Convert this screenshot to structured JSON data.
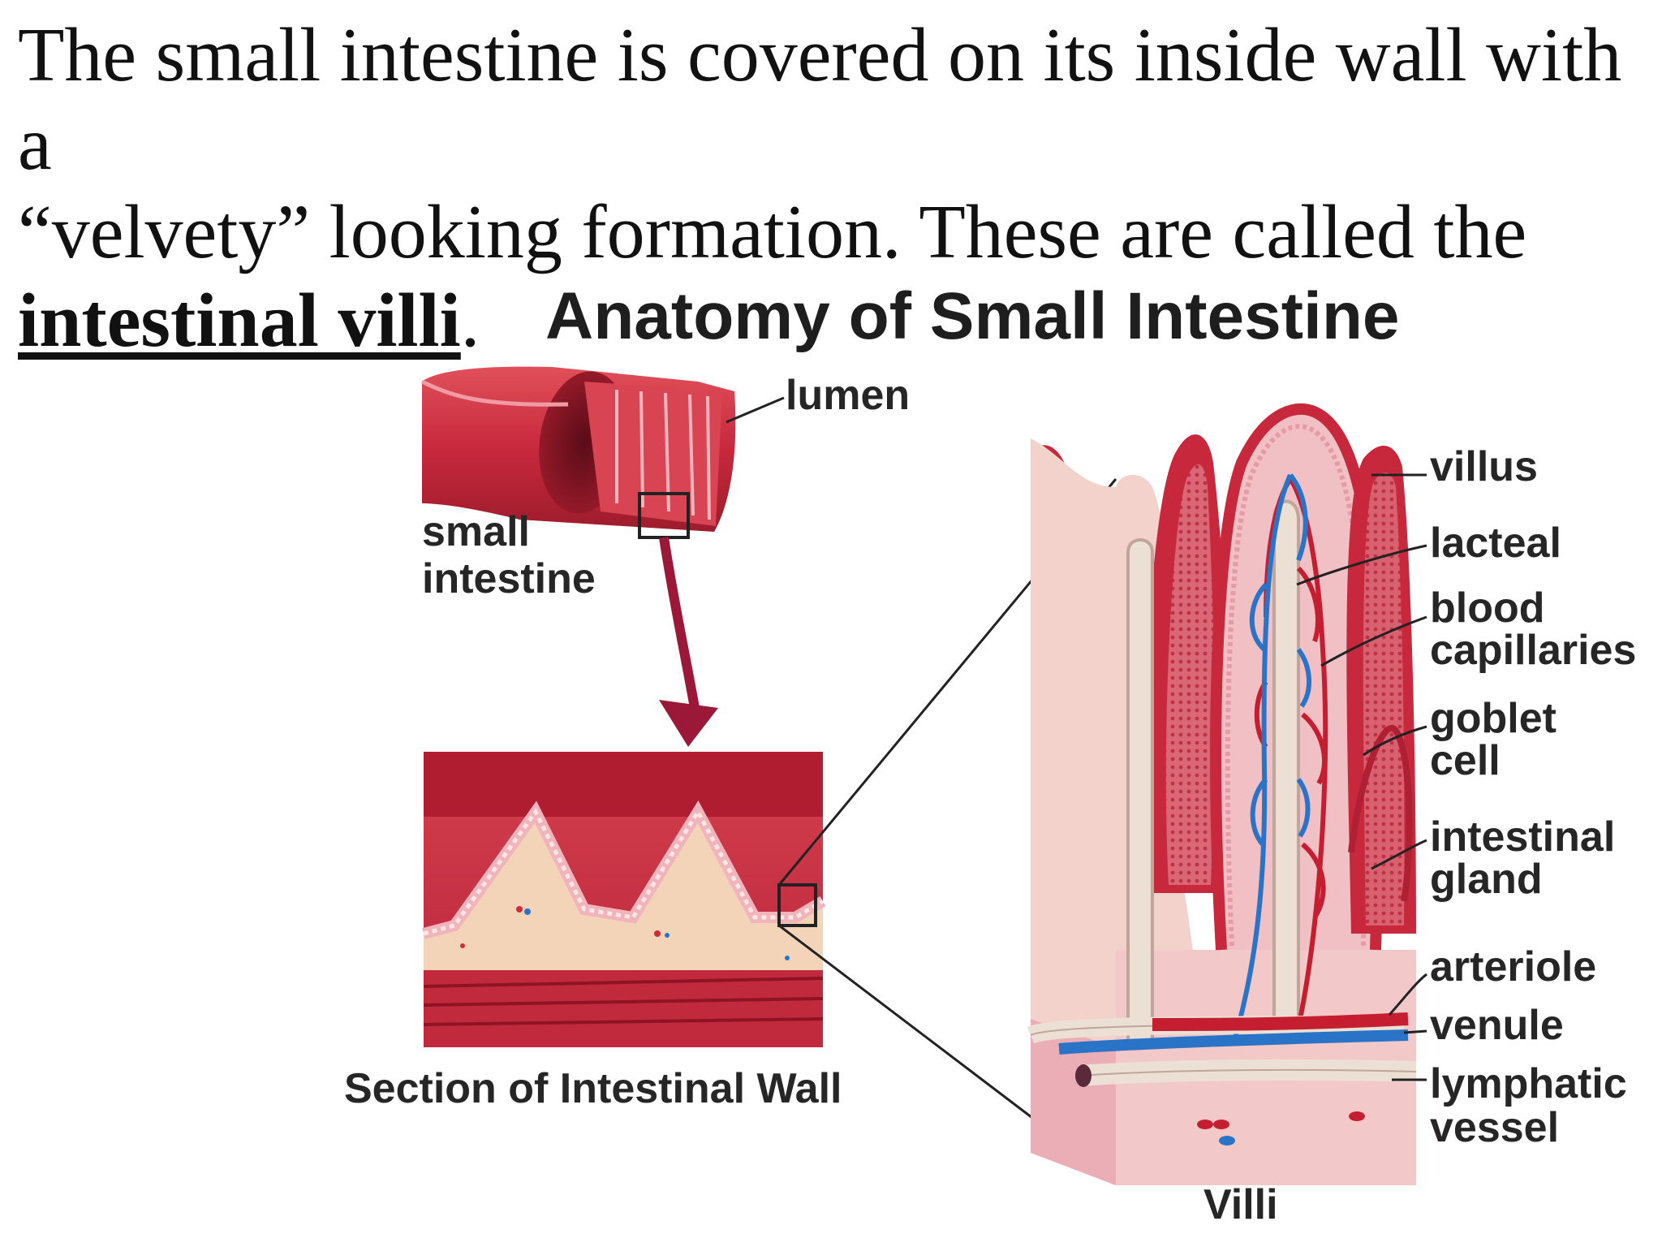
{
  "slide": {
    "text_lines": [
      "The small intestine is covered on its inside wall with a",
      "“velvety” looking formation. These are called the"
    ],
    "term": "intestinal villi",
    "term_suffix": "."
  },
  "diagram": {
    "title": "Anatomy of Small Intestine",
    "labels": {
      "lumen": "lumen",
      "small_intestine_1": "small",
      "small_intestine_2": "intestine",
      "section_caption": "Section of Intestinal Wall",
      "villi_caption": "Villi",
      "villus": "villus",
      "lacteal": "lacteal",
      "blood_capillaries_1": "blood",
      "blood_capillaries_2": "capillaries",
      "goblet_cell_1": "goblet",
      "goblet_cell_2": "cell",
      "intestinal_gland_1": "intestinal",
      "intestinal_gland_2": "gland",
      "arteriole": "arteriole",
      "venule": "venule",
      "lymphatic_vessel_1": "lymphatic",
      "lymphatic_vessel_2": "vessel"
    },
    "colors": {
      "tissue_red": "#c8283c",
      "tissue_pink": "#f2c8c8",
      "core_tan": "#f4d4b8",
      "venule_blue": "#2a74c8",
      "lacteal_cream": "#ece0d4",
      "arrow_maroon": "#9c1838"
    }
  }
}
